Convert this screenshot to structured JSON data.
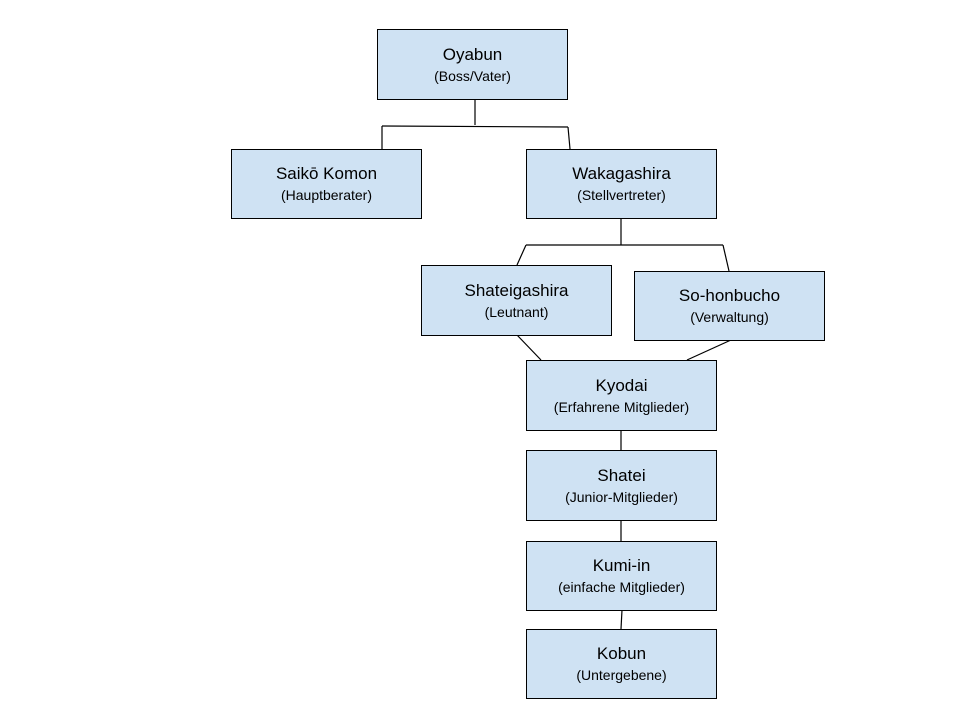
{
  "nodes": {
    "oyabun": {
      "title": "Oyabun",
      "subtitle": "(Boss/Vater)"
    },
    "saiko_komon": {
      "title": "Saikō Komon",
      "subtitle": "(Hauptberater)"
    },
    "wakagashira": {
      "title": "Wakagashira",
      "subtitle": "(Stellvertreter)"
    },
    "shateigashira": {
      "title": "Shateigashira",
      "subtitle": "(Leutnant)"
    },
    "so_honbucho": {
      "title": "So-honbucho",
      "subtitle": "(Verwaltung)"
    },
    "kyodai": {
      "title": "Kyodai",
      "subtitle": "(Erfahrene Mitglieder)"
    },
    "shatei": {
      "title": "Shatei",
      "subtitle": "(Junior-Mitglieder)"
    },
    "kumi_in": {
      "title": "Kumi-in",
      "subtitle": "(einfache Mitglieder)"
    },
    "kobun": {
      "title": "Kobun",
      "subtitle": "(Untergebene)"
    }
  },
  "colors": {
    "node_fill": "#cfe2f3",
    "stroke": "#000000"
  }
}
